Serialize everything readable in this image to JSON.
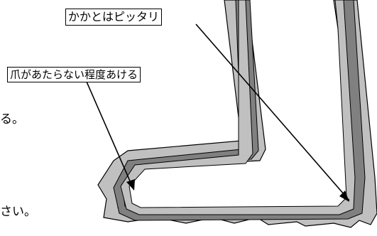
{
  "callouts": {
    "heel": "かかとはピッタリ",
    "toe": "爪があたらない程度あける"
  },
  "text_fragments": {
    "line1": "る。",
    "line2": "さい。"
  },
  "colors": {
    "shoe_light": "#c0c0c0",
    "shoe_dark": "#808080",
    "outline": "#000000"
  }
}
